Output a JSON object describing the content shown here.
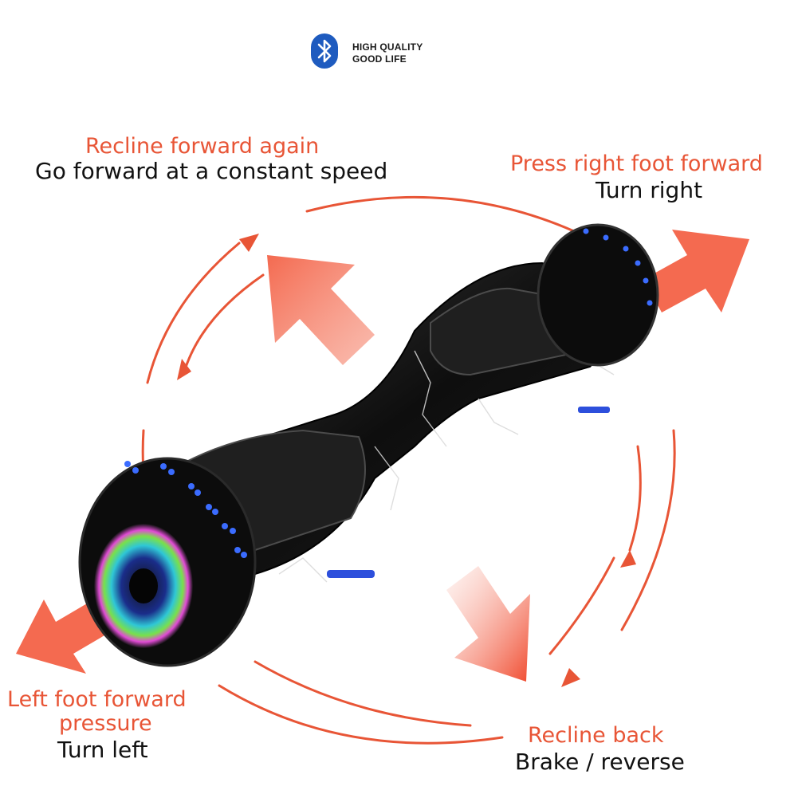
{
  "brand": {
    "icon": "bluetooth-icon",
    "line1": "HIGH QUALITY",
    "line2": "GOOD LIFE",
    "icon_color": "#1e5bbf"
  },
  "colors": {
    "accent_red": "#e85536",
    "arrow_fill": "#f26a52",
    "text_dark": "#111111"
  },
  "instructions": {
    "forward": {
      "action": "Recline forward again",
      "result": "Go forward at a constant speed"
    },
    "right": {
      "action": "Press right foot forward",
      "result": "Turn right"
    },
    "left": {
      "action_line1": "Left foot forward",
      "action_line2": "pressure",
      "result": "Turn left"
    },
    "back": {
      "action": "Recline back",
      "result": "Brake / reverse"
    }
  },
  "product": {
    "image": "hoverboard-image",
    "finish": "black marble with white veining",
    "led_color": "#3b6cff"
  }
}
